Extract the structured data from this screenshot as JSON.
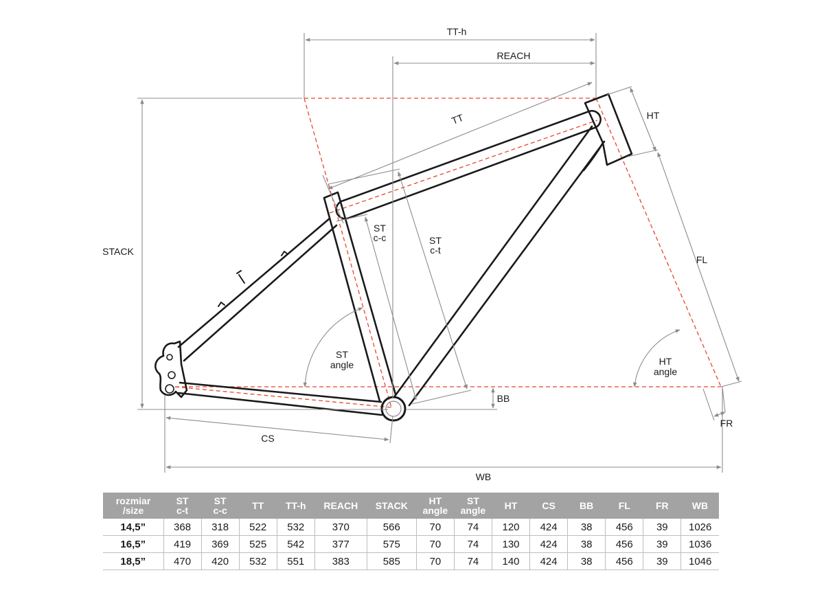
{
  "dimension_labels": {
    "tt_h": "TT-h",
    "reach": "REACH",
    "tt": "TT",
    "ht": "HT",
    "stack": "STACK",
    "st_ct": [
      "ST",
      "c-t"
    ],
    "st_cc": [
      "ST",
      "c-c"
    ],
    "fl": "FL",
    "st_angle": [
      "ST",
      "angle"
    ],
    "ht_angle": [
      "HT",
      "angle"
    ],
    "bb": "BB",
    "fr": "FR",
    "cs": "CS",
    "wb": "WB"
  },
  "colors": {
    "frame": "#1a1a1a",
    "dimension": "#8c8c8c",
    "reference": "#e8452c",
    "table_header": "#a3a3a3"
  },
  "table": {
    "headers": [
      [
        "rozmiar",
        "/size"
      ],
      [
        "ST",
        "c-t"
      ],
      [
        "ST",
        "c-c"
      ],
      [
        "TT"
      ],
      [
        "TT-h"
      ],
      [
        "REACH"
      ],
      [
        "STACK"
      ],
      [
        "HT",
        "angle"
      ],
      [
        "ST",
        "angle"
      ],
      [
        "HT"
      ],
      [
        "CS"
      ],
      [
        "BB"
      ],
      [
        "FL"
      ],
      [
        "FR"
      ],
      [
        "WB"
      ]
    ],
    "rows": [
      [
        "14,5”",
        "368",
        "318",
        "522",
        "532",
        "370",
        "566",
        "70",
        "74",
        "120",
        "424",
        "38",
        "456",
        "39",
        "1026"
      ],
      [
        "16,5”",
        "419",
        "369",
        "525",
        "542",
        "377",
        "575",
        "70",
        "74",
        "130",
        "424",
        "38",
        "456",
        "39",
        "1036"
      ],
      [
        "18,5”",
        "470",
        "420",
        "532",
        "551",
        "383",
        "585",
        "70",
        "74",
        "140",
        "424",
        "38",
        "456",
        "39",
        "1046"
      ]
    ]
  }
}
